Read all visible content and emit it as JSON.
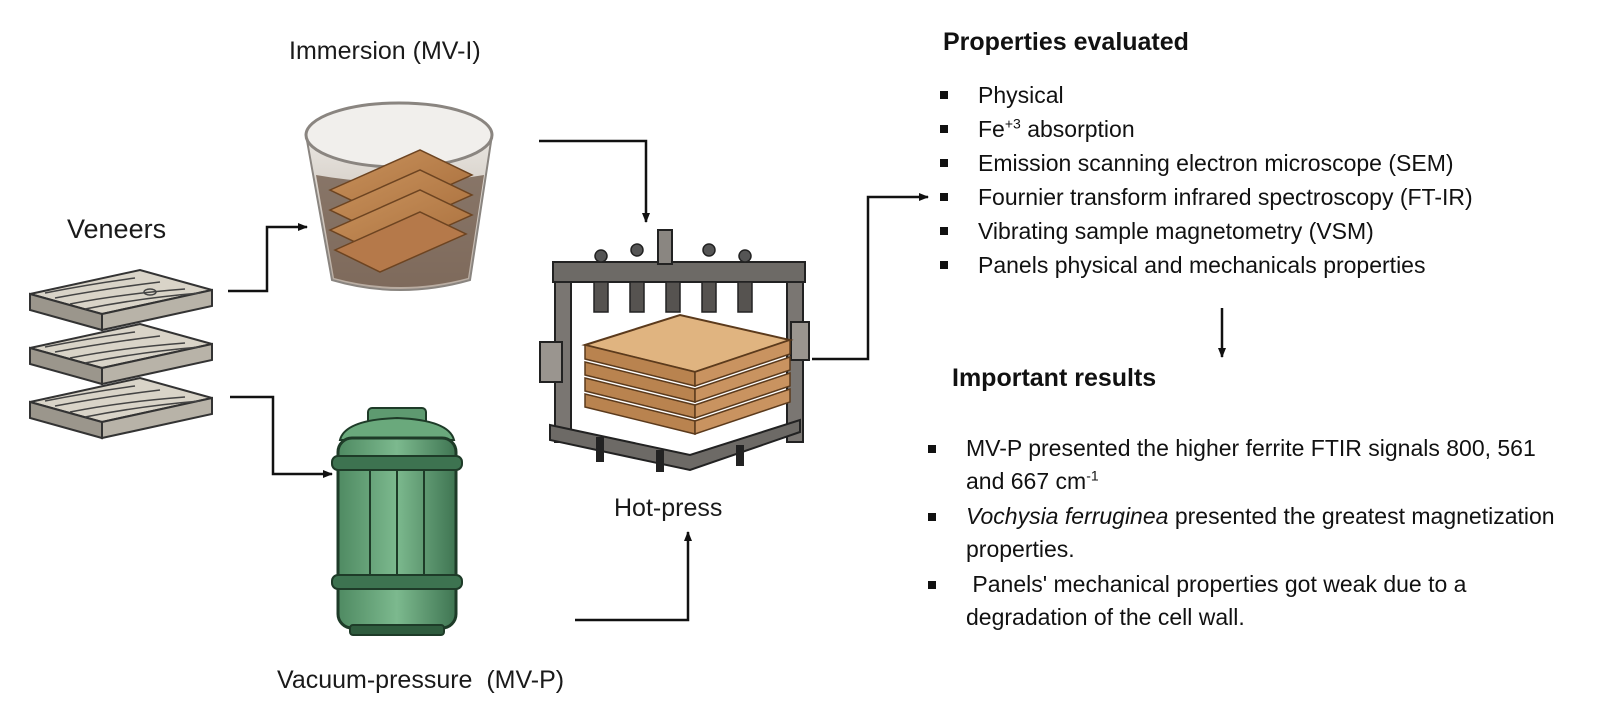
{
  "veneers_label": "Veneers",
  "immersion_label": "Immersion (MV-I)",
  "vacuum_label": "Vacuum-pressure  (MV-P)",
  "hotpress_label": "Hot-press",
  "properties": {
    "heading": "Properties evaluated",
    "items": [
      "Physical",
      "Emission scanning electron microscope (SEM)",
      "Fournier transform infrared spectroscopy (FT-IR)",
      "Vibrating sample magnetometry (VSM)",
      "Panels physical and mechanicals properties"
    ],
    "fe_base": "Fe",
    "fe_sup": "+3",
    "fe_rest": " absorption"
  },
  "results": {
    "heading": "Important results",
    "r1_text": "MV-P presented the higher ferrite FTIR signals 800, 561 and 667 cm",
    "r1_sup": "-1",
    "r2_italic": "Vochysia ferruginea",
    "r2_rest": " presented the greatest magnetization properties.",
    "r3_text": " Panels' mechanical properties got weak due to a degradation of the cell wall."
  }
}
